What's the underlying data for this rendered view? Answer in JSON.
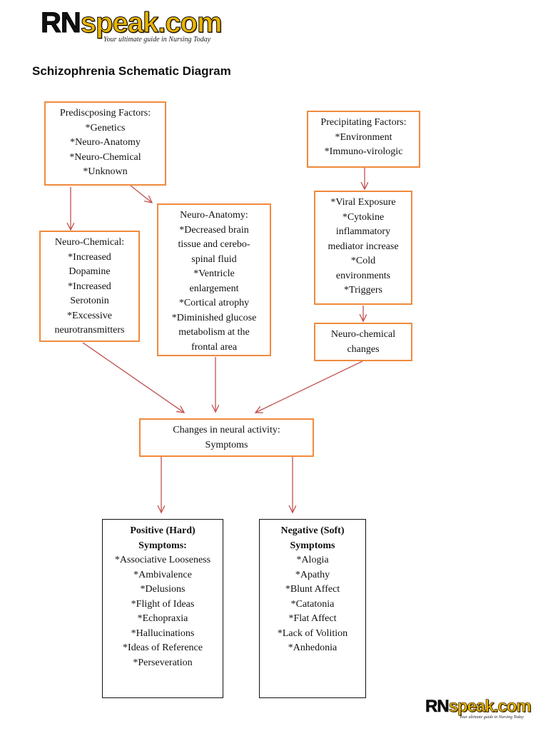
{
  "logo": {
    "rn": "RN",
    "speak": "speak.com",
    "tagline_top": "Your ultimate guide in Nursing Today",
    "tagline_bottom": "Your ultimate guide in Nursing Today"
  },
  "title": "Schizophrenia Schematic Diagram",
  "nodes": {
    "predisposing": {
      "heading": "Prediscposing Factors:",
      "items": [
        "*Genetics",
        "*Neuro-Anatomy",
        "*Neuro-Chemical",
        "*Unknown"
      ]
    },
    "precipitating": {
      "heading": "Precipitating Factors:",
      "items": [
        "*Environment",
        "*Immuno-virologic"
      ]
    },
    "neuro_chemical": {
      "lines": [
        "Neuro-Chemical:",
        "*Increased",
        "Dopamine",
        "*Increased",
        "Serotonin",
        "*Excessive",
        "neurotransmitters"
      ]
    },
    "neuro_anatomy": {
      "lines": [
        "Neuro-Anatomy:",
        "*Decreased brain",
        "tissue and cerebo-",
        "spinal fluid",
        "*Ventricle",
        "enlargement",
        "*Cortical atrophy",
        "*Diminished glucose",
        "metabolism at the",
        "frontal area"
      ]
    },
    "viral": {
      "lines": [
        "*Viral Exposure",
        "*Cytokine",
        "inflammatory",
        "mediator increase",
        "*Cold",
        "environments",
        "*Triggers"
      ]
    },
    "neuro_chemical_changes": {
      "lines": [
        "Neuro-chemical",
        "changes"
      ]
    },
    "changes_neural": {
      "lines": [
        "Changes in neural activity:",
        "Symptoms"
      ]
    },
    "positive": {
      "heading": [
        "Positive (Hard)",
        "Symptoms:"
      ],
      "items": [
        "*Associative Looseness",
        "*Ambivalence",
        "*Delusions",
        "*Flight of Ideas",
        "*Echopraxia",
        "*Hallucinations",
        "*Ideas of Reference",
        "*Perseveration"
      ]
    },
    "negative": {
      "heading": [
        "Negative (Soft)",
        "Symptoms"
      ],
      "items": [
        "*Alogia",
        "*Apathy",
        "*Blunt Affect",
        "*Catatonia",
        "*Flat Affect",
        "*Lack of Volition",
        "*Anhedonia"
      ]
    }
  },
  "colors": {
    "box_border": "#f08a3c",
    "arrow": "#c0504d",
    "symptom_border": "#111111"
  }
}
